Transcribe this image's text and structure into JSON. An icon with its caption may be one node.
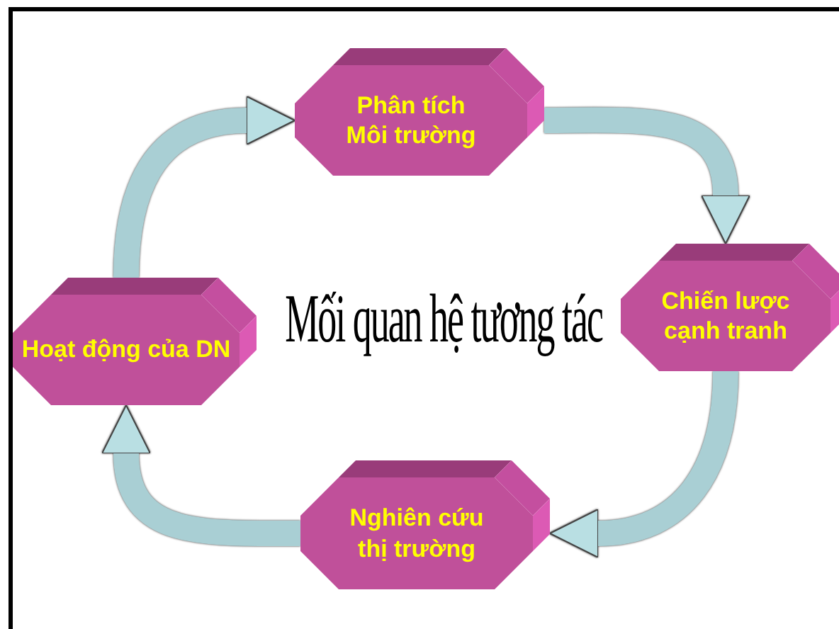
{
  "diagram": {
    "title": "Mối quan hệ tương tác",
    "nodes": [
      {
        "text": [
          "Phân tích Môi trường"
        ]
      },
      {
        "text": [
          "Chiến lược cạnh tranh"
        ]
      },
      {
        "text": [
          "Nghiên cứu thị trường"
        ]
      },
      {
        "text": [
          "Hoạt động của DN"
        ]
      }
    ],
    "edges": [
      {
        "from": 0,
        "to": 1,
        "arrow": "to"
      },
      {
        "from": 1,
        "to": 2,
        "arrow": "to"
      },
      {
        "from": 2,
        "to": 3,
        "arrow": "to"
      },
      {
        "from": 3,
        "to": 0,
        "arrow": "to"
      }
    ]
  }
}
